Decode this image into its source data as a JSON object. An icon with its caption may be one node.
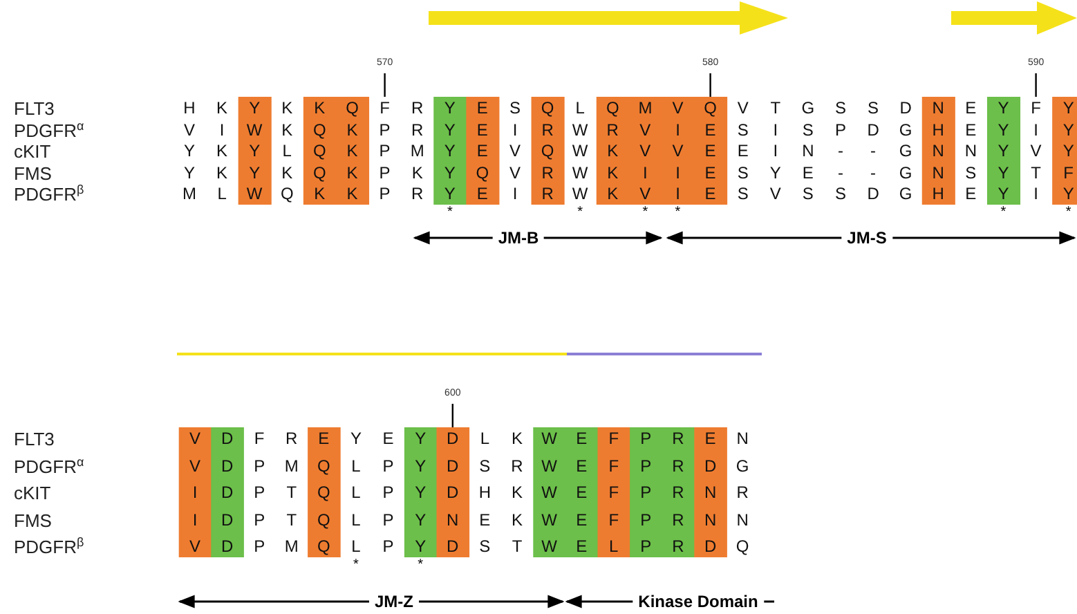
{
  "diagram": {
    "labels": [
      "570",
      "580",
      "590",
      "FLT3",
      "H",
      "K",
      "Y",
      "K",
      "K",
      "Q",
      "F",
      "R",
      "Y",
      "E",
      "S",
      "Q",
      "L",
      "Q",
      "M",
      "V",
      "Q",
      "V",
      "T",
      "G",
      "S",
      "S",
      "D",
      "N",
      "E",
      "Y",
      "F",
      "Y",
      "PDGFR$^{α}$",
      "V",
      "I",
      "W",
      "K",
      "Q",
      "K",
      "P",
      "R",
      "Y",
      "E",
      "I",
      "R",
      "W",
      "R",
      "V",
      "I",
      "E",
      "S",
      "I",
      "S",
      "P",
      "D",
      "G",
      "H",
      "E",
      "Y",
      "I",
      "Y",
      "cKIT",
      "Y",
      "K",
      "Y",
      "L",
      "Q",
      "K",
      "P",
      "M",
      "Y",
      "E",
      "V",
      "Q",
      "W",
      "K",
      "V",
      "V",
      "E",
      "E",
      "I",
      "N",
      "-",
      "-",
      "G",
      "N",
      "N",
      "Y",
      "V",
      "Y",
      "FMS",
      "Y",
      "K",
      "Y",
      "K",
      "Q",
      "K",
      "P",
      "K",
      "Y",
      "Q",
      "V",
      "R",
      "W",
      "K",
      "I",
      "I",
      "E",
      "S",
      "Y",
      "E",
      "-",
      "-",
      "G",
      "N",
      "S",
      "Y",
      "T",
      "F",
      "PDGFR$^{β}$",
      "M",
      "L",
      "W",
      "Q",
      "K",
      "K",
      "P",
      "R",
      "Y",
      "E",
      "I",
      "R",
      "W",
      "K",
      "V",
      "I",
      "E",
      "S",
      "V",
      "S",
      "S",
      "D",
      "G",
      "H",
      "E",
      "Y",
      "I",
      "Y",
      "*",
      "*",
      "*",
      "*",
      "*",
      "*",
      "JM-B",
      "JM-S",
      "600",
      "FLT3",
      "V",
      "D",
      "F",
      "R",
      "E",
      "Y",
      "E",
      "Y",
      "D",
      "L",
      "K",
      "W",
      "E",
      "F",
      "P",
      "R",
      "E",
      "N",
      "PDGFR$^{α}$",
      "V",
      "D",
      "P",
      "M",
      "Q",
      "L",
      "P",
      "Y",
      "D",
      "S",
      "R",
      "W",
      "E",
      "F",
      "P",
      "R",
      "D",
      "G",
      "cKIT",
      "I",
      "D",
      "P",
      "T",
      "Q",
      "L",
      "P",
      "Y",
      "D",
      "H",
      "K",
      "W",
      "E",
      "F",
      "P",
      "R",
      "N",
      "R",
      "FMS",
      "I",
      "D",
      "P",
      "T",
      "Q",
      "L",
      "P",
      "Y",
      "N",
      "E",
      "K",
      "W",
      "E",
      "F",
      "P",
      "R",
      "N",
      "N",
      "PDGFR$^{β}$",
      "V",
      "D",
      "P",
      "M",
      "Q",
      "L",
      "P",
      "Y",
      "D",
      "S",
      "T",
      "W",
      "E",
      "L",
      "P",
      "R",
      "D",
      "Q",
      "*",
      "*",
      "JM-Z",
      "Kinase Domain"
    ]
  }
}
